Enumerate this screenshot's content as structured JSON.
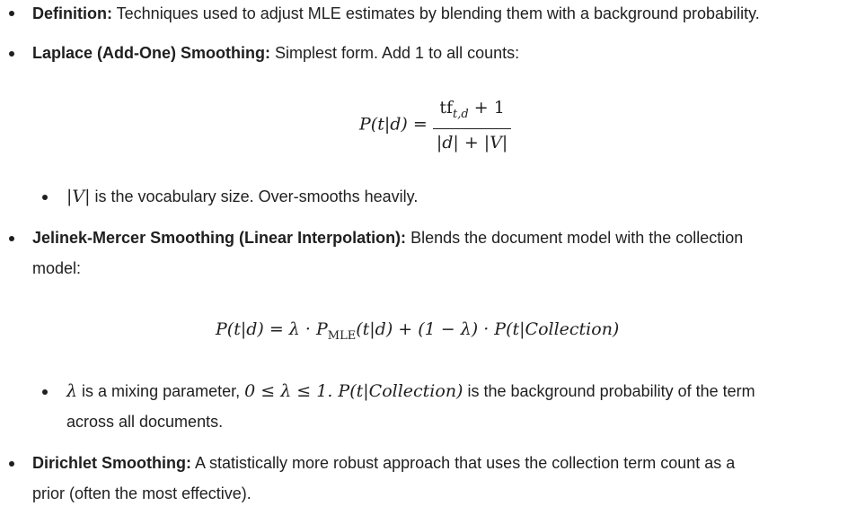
{
  "items": [
    {
      "label": "Definition:",
      "text": " Techniques used to adjust MLE estimates by blending them with a background probability."
    },
    {
      "label": "Laplace (Add-One) Smoothing:",
      "text": " Simplest form. Add 1 to all counts:",
      "formula": {
        "lhs": "P(t|d) =",
        "num": "tf",
        "num_sub": "t,d",
        "num_rest": " + 1",
        "den": "|d| + |V|"
      },
      "sub": {
        "math": "|V|",
        "text": " is the vocabulary size. Over-smooths heavily."
      }
    },
    {
      "label": "Jelinek-Mercer Smoothing (Linear Interpolation):",
      "text": " Blends the document model with the collection",
      "text2": "model:",
      "formula": {
        "a": "P(t|d) = λ · P",
        "sub": "MLE",
        "b": "(t|d) + (1 − λ) · P(t|Collection)"
      },
      "sub": {
        "m1": "λ",
        "t1": " is a mixing parameter, ",
        "m2": "0 ≤ λ ≤ 1. P(t|Collection)",
        "t2": " is the background probability of the term",
        "t3": "across all documents."
      }
    },
    {
      "label": "Dirichlet Smoothing:",
      "text": " A statistically more robust approach that uses the collection term count as a",
      "text2": "prior (often the most effective)."
    }
  ]
}
